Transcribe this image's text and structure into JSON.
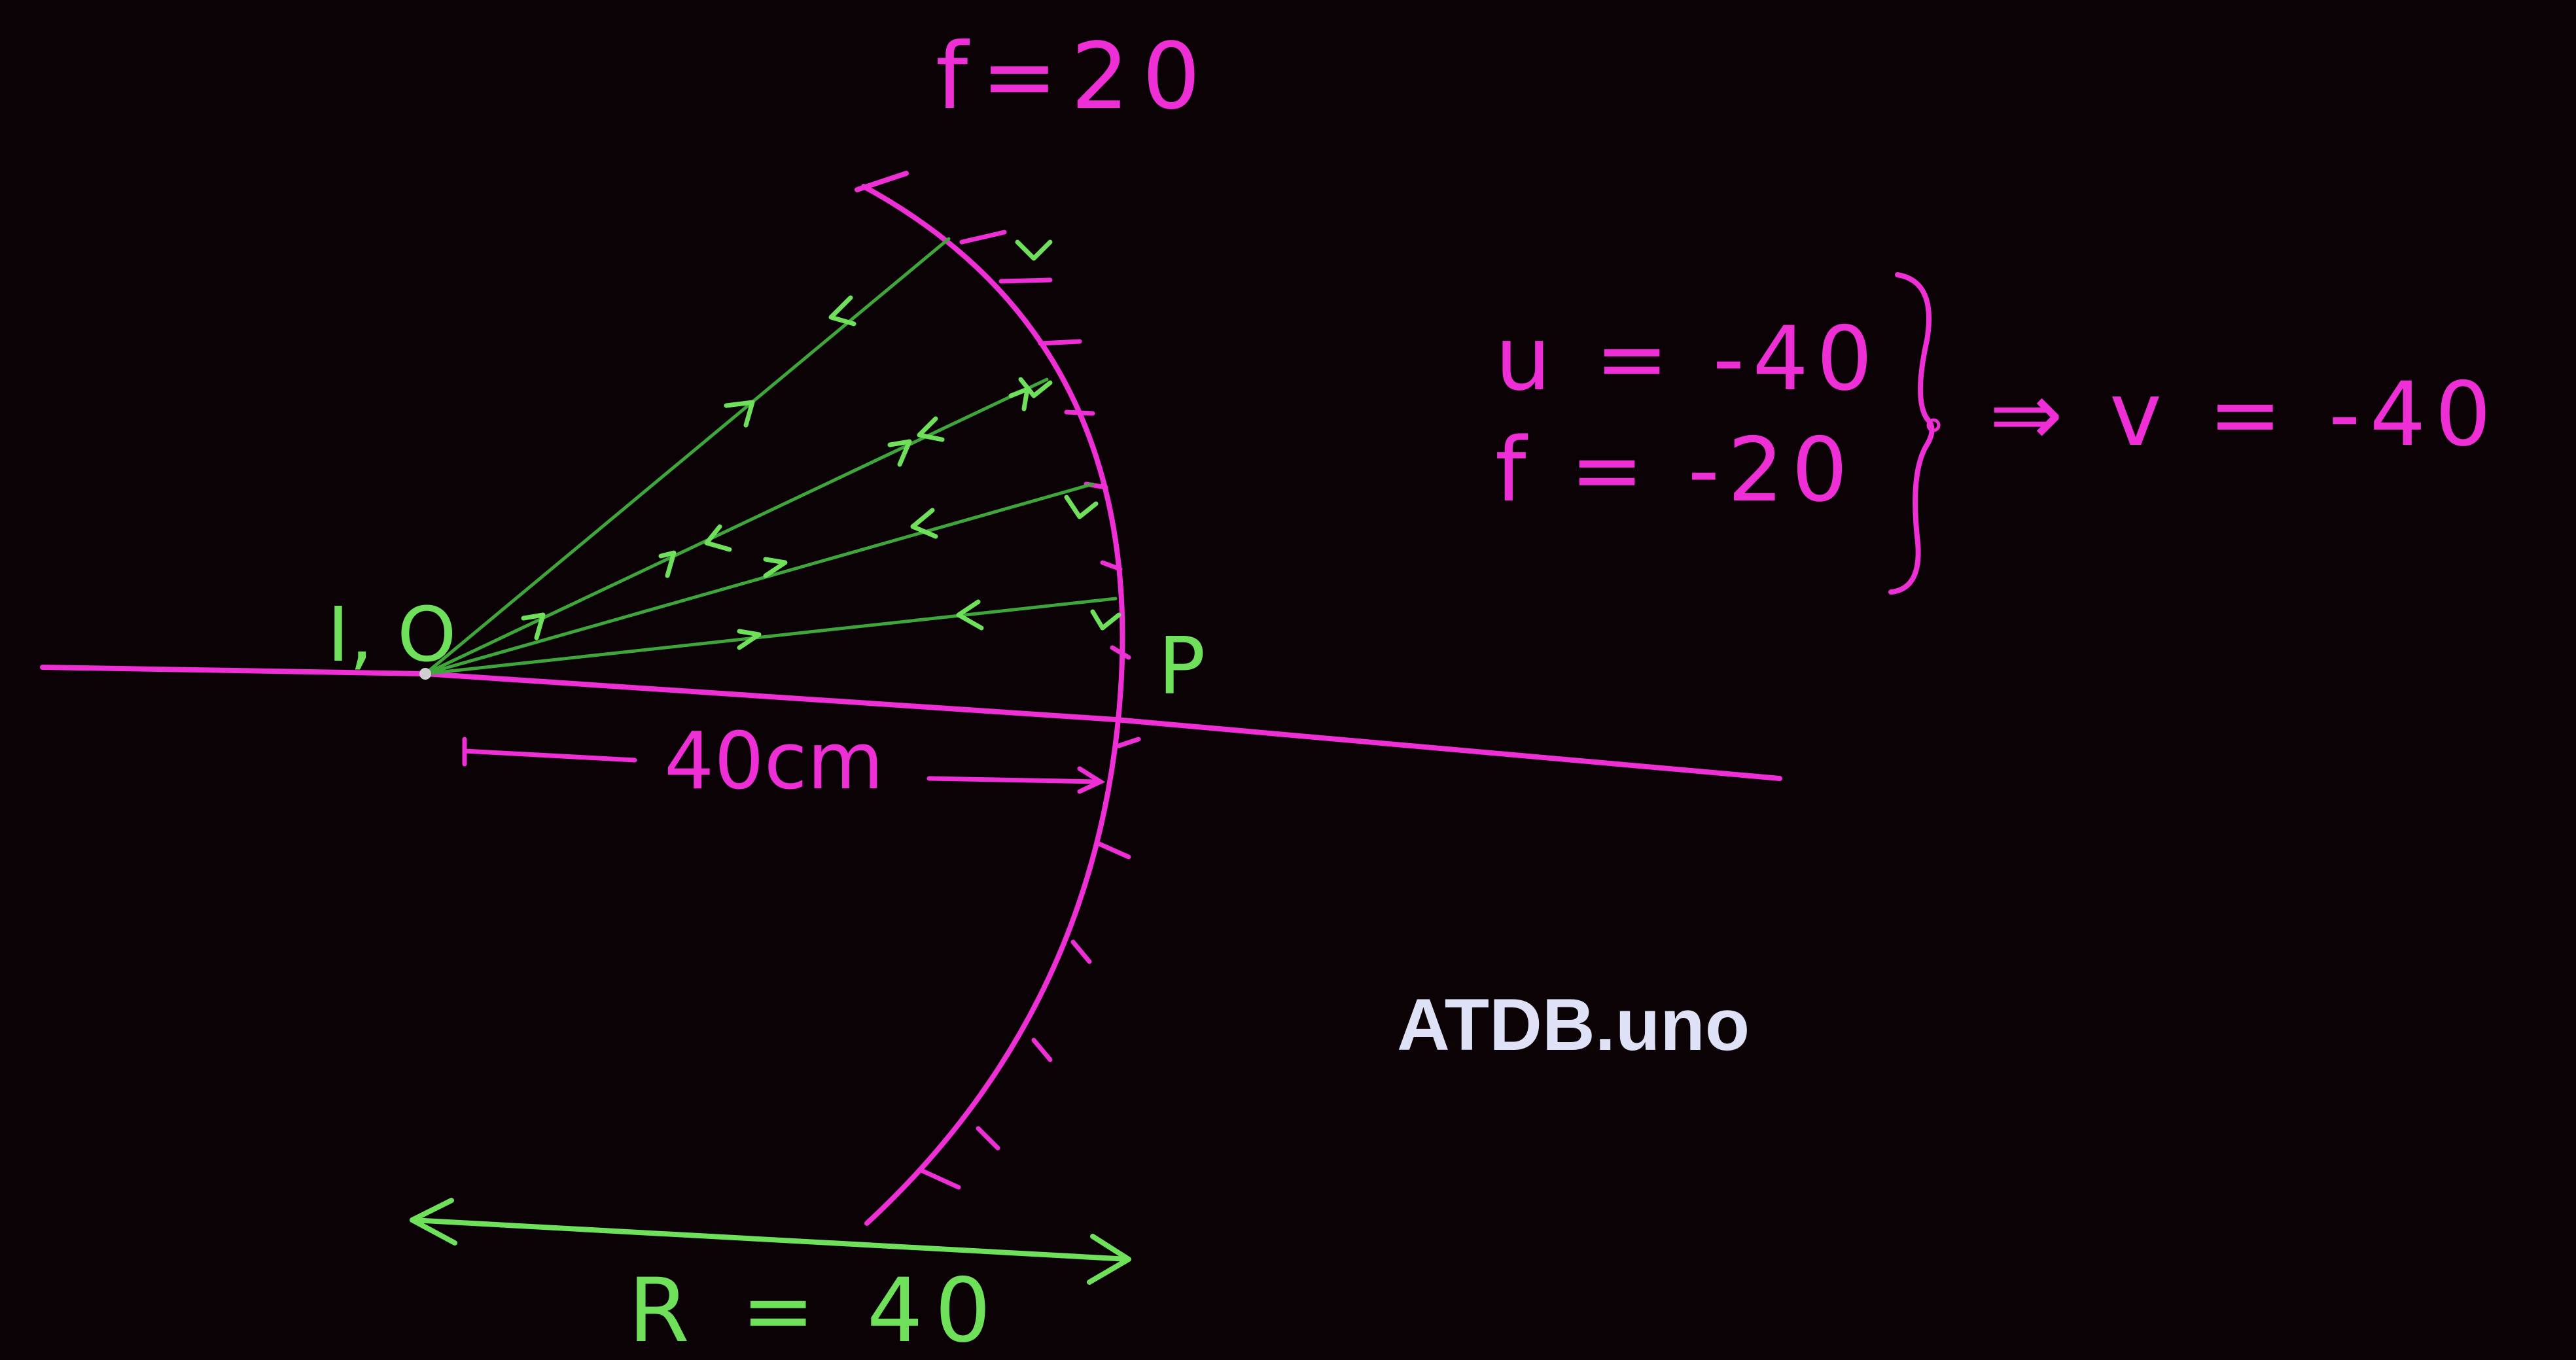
{
  "colors": {
    "background": "#0a0204",
    "magenta": "#ee2fd6",
    "green": "#6fe05a",
    "ray_green": "#3fa63a",
    "watermark": "#dfe2f6"
  },
  "labels": {
    "focal_top": "f=20",
    "image_object": "I, O",
    "pole": "P",
    "distance": "40cm",
    "radius": "R = 40"
  },
  "equations": {
    "u": "u = -40",
    "f": "f = -20",
    "result": "⇒ v = -40"
  },
  "watermark": "ATDB.uno"
}
